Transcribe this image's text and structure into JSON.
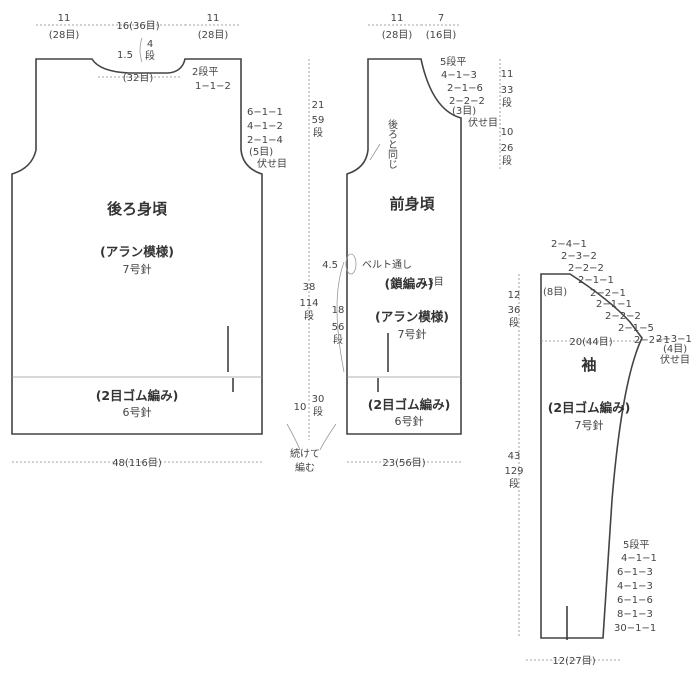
{
  "back": {
    "name": "後ろ身頃",
    "pattern": "(アラン模様)",
    "needle_main": "7号針",
    "rib": "(2目ゴム編み)",
    "needle_rib": "6号針",
    "top_left_cm": "11",
    "top_left_st": "(28目)",
    "top_center": "16(36目)",
    "top_right_cm": "11",
    "top_right_st": "(28目)",
    "neck_depth_cm": "1.5",
    "neck_depth_rows_a": "4",
    "neck_depth_rows_b": "段",
    "neck_center_st": "(32目)",
    "neck_flat": "2段平",
    "neck_dec": "1−1−2",
    "arm_dec": [
      "6−1−1",
      "4−1−2",
      "2−1−4"
    ],
    "arm_bind_st": "(5目)",
    "arm_bind_label": "伏せ目",
    "width": "48(116目)"
  },
  "middle_dims": {
    "armhole_cm": "21",
    "armhole_rows_a": "59",
    "armhole_rows_b": "段",
    "body_cm": "38",
    "body_rows_a": "114",
    "body_rows_b": "段",
    "belt_cm": "18",
    "belt_rows_a": "56",
    "belt_rows_b": "段",
    "rib_cm": "10",
    "rib_rows_a": "30",
    "rib_rows_b": "段",
    "continue_a": "続けて",
    "continue_b": "編む"
  },
  "front": {
    "name": "前身頃",
    "pattern": "(アラン模様)",
    "needle_main": "7号針",
    "rib": "(2目ゴム編み)",
    "needle_rib": "6号針",
    "top_left_cm": "11",
    "top_left_st": "(28目)",
    "top_right_cm": "7",
    "top_right_st": "(16目)",
    "neck_flat": "5段平",
    "neck_dec": [
      "4−1−3",
      "2−1−6",
      "2−2−2"
    ],
    "neck_bind_st": "(3目)",
    "neck_bind_label": "伏せ目",
    "neck_cm": "11",
    "neck_rows_a": "33",
    "neck_rows_b": "段",
    "lower_cm": "10",
    "lower_rows_a": "26",
    "lower_rows_b": "段",
    "same_as_back": "後ろと同じ",
    "belt_loop_cm": "4.5",
    "belt_loop_label": "ベルト通し",
    "belt_loop_st": "13目",
    "belt_loop_chain": "(鎖編み)",
    "width": "23(56目)"
  },
  "sleeve": {
    "name": "袖",
    "pattern": "(2目ゴム編み)",
    "needle": "7号針",
    "cap_dec": [
      "2−4−1",
      "2−3−2",
      "2−2−2",
      "2−1−1",
      "2−2−1",
      "2−1−1",
      "2−2−2",
      "2−1−5",
      "2−2−1",
      "2−3−1"
    ],
    "top_st": "(8目)",
    "cap_cm": "12",
    "cap_rows_a": "36",
    "cap_rows_b": "段",
    "width": "20(44目)",
    "bind_st": "(4目)",
    "bind_label": "伏せ目",
    "length_cm": "43",
    "length_rows_a": "129",
    "length_rows_b": "段",
    "inc_flat": "5段平",
    "inc": [
      "4−1−1",
      "6−1−3",
      "4−1−3",
      "6−1−6",
      "8−1−3",
      "30−1−1"
    ],
    "cuff": "12(27目)"
  }
}
